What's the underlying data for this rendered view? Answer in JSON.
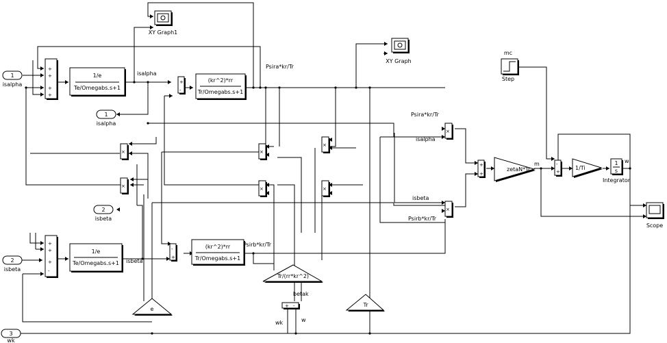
{
  "blocks": {
    "in1": {
      "num": "1",
      "label": "isalpha"
    },
    "in2": {
      "num": "2",
      "label": "isbeta"
    },
    "in3": {
      "num": "3",
      "label": "wk"
    },
    "out1": {
      "num": "1",
      "label": "isalpha"
    },
    "out2": {
      "num": "2",
      "label": "isbeta"
    },
    "tf_top1": {
      "num": "1/e",
      "den": "Te/Omegabs.s+1"
    },
    "tf_top2": {
      "num": "(kr^2)*rr",
      "den": "Tr/Omegabs.s+1"
    },
    "tf_bot1": {
      "num": "1/e",
      "den": "Te/Omegabs.s+1"
    },
    "tf_bot2": {
      "num": "(kr^2)*rr",
      "den": "Tr/Omegabs.s+1"
    },
    "xy1": {
      "label": "XY Graph1"
    },
    "xy2": {
      "label": "XY Graph"
    },
    "step": {
      "top": "mc",
      "label": "Step"
    },
    "gain_zeta": {
      "text": "zetaN*Tr"
    },
    "gain_ti": {
      "text": "1/Ti"
    },
    "gain_tr_kr": {
      "text": "Tr/(rr*kr^2)"
    },
    "gain_tr": {
      "text": "Tr"
    },
    "gain_e": {
      "text": "e"
    },
    "integ": {
      "num": "1",
      "den": "s",
      "label": "Integrator"
    },
    "scope": {
      "label": "Scope"
    }
  },
  "signals": {
    "isalpha_top": "isalpha",
    "psiralpha_top": "Psira*kr/Tr",
    "psiralpha_mul": "Psira*kr/Tr",
    "isalpha_mul": "isalpha",
    "isbeta_mul": "isbeta",
    "psirbeta_mul": "Psirb*kr/Tr",
    "isbeta_bot": "isbeta",
    "psirbeta_bot": "Psirb*kr/Tr",
    "m": "m",
    "w_out": "w",
    "betak": "betak",
    "wk": "wk",
    "w_bottom": "w"
  },
  "signs": {
    "sum1": [
      "+",
      "+",
      "+",
      "+"
    ],
    "sum2": [
      "+",
      "-"
    ],
    "sum3": [
      "+",
      "+"
    ],
    "sum4": [
      "-",
      "+"
    ],
    "sum5": [
      "+",
      "+",
      "+",
      "-"
    ],
    "sum6": [
      "-",
      "+"
    ],
    "sum7": [
      "+",
      "-"
    ]
  }
}
